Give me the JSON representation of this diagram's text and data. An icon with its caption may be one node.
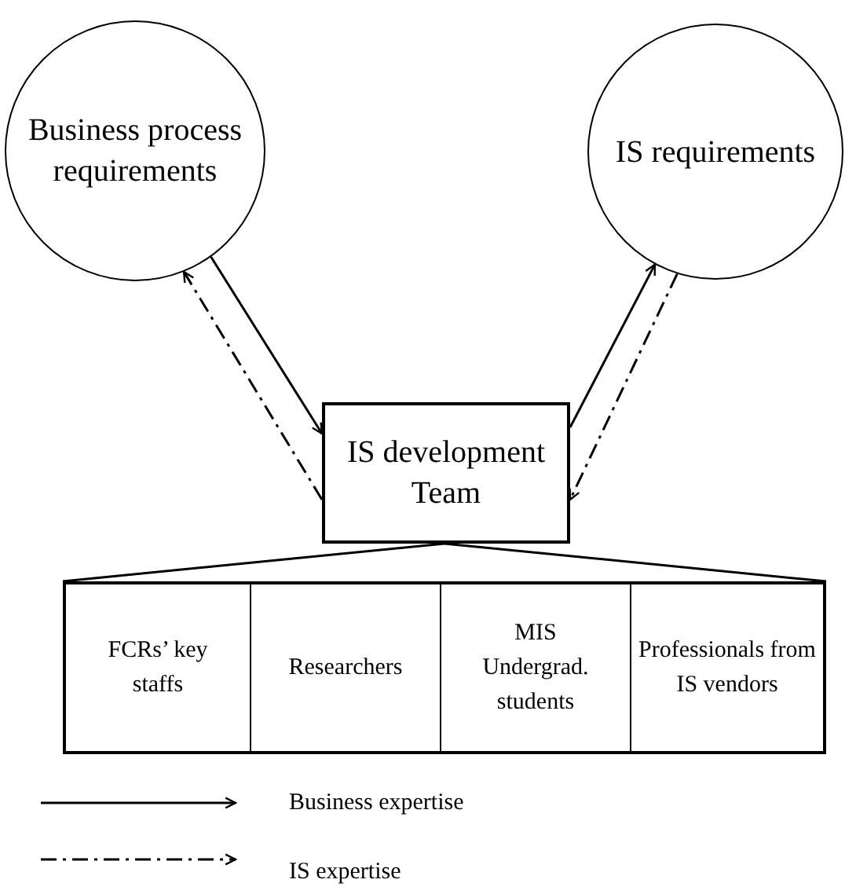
{
  "diagram": {
    "nodes": [
      {
        "text": [
          "Business process requirements"
        ]
      },
      {
        "text": [
          "IS requirements"
        ]
      },
      {
        "text": [
          "IS development Team"
        ]
      },
      {
        "text": [],
        "shape": "box"
      },
      {
        "text": [
          "FCRs’ key staffs"
        ],
        "in": 3
      },
      {
        "text": [
          "Researchers"
        ],
        "in": 3
      },
      {
        "text": [
          "MIS Undergrad. students"
        ],
        "in": 3
      },
      {
        "text": [
          "Professionals from IS vendors"
        ],
        "in": 3
      }
    ],
    "edges": [
      {
        "from": 0,
        "to": 2,
        "arrow": "to"
      },
      {
        "from": 2,
        "to": 0,
        "arrow": "to",
        "style": "dashed"
      },
      {
        "from": 2,
        "to": 1,
        "arrow": "to"
      },
      {
        "from": 1,
        "to": 2,
        "arrow": "to",
        "style": "dashed"
      },
      {
        "from": 2,
        "to": 3,
        "arrow": "none"
      },
      {
        "from": 2,
        "to": 3,
        "arrow": "none"
      }
    ],
    "legend": [
      {
        "text": "Business expertise"
      },
      {
        "text": "IS expertise"
      }
    ]
  }
}
